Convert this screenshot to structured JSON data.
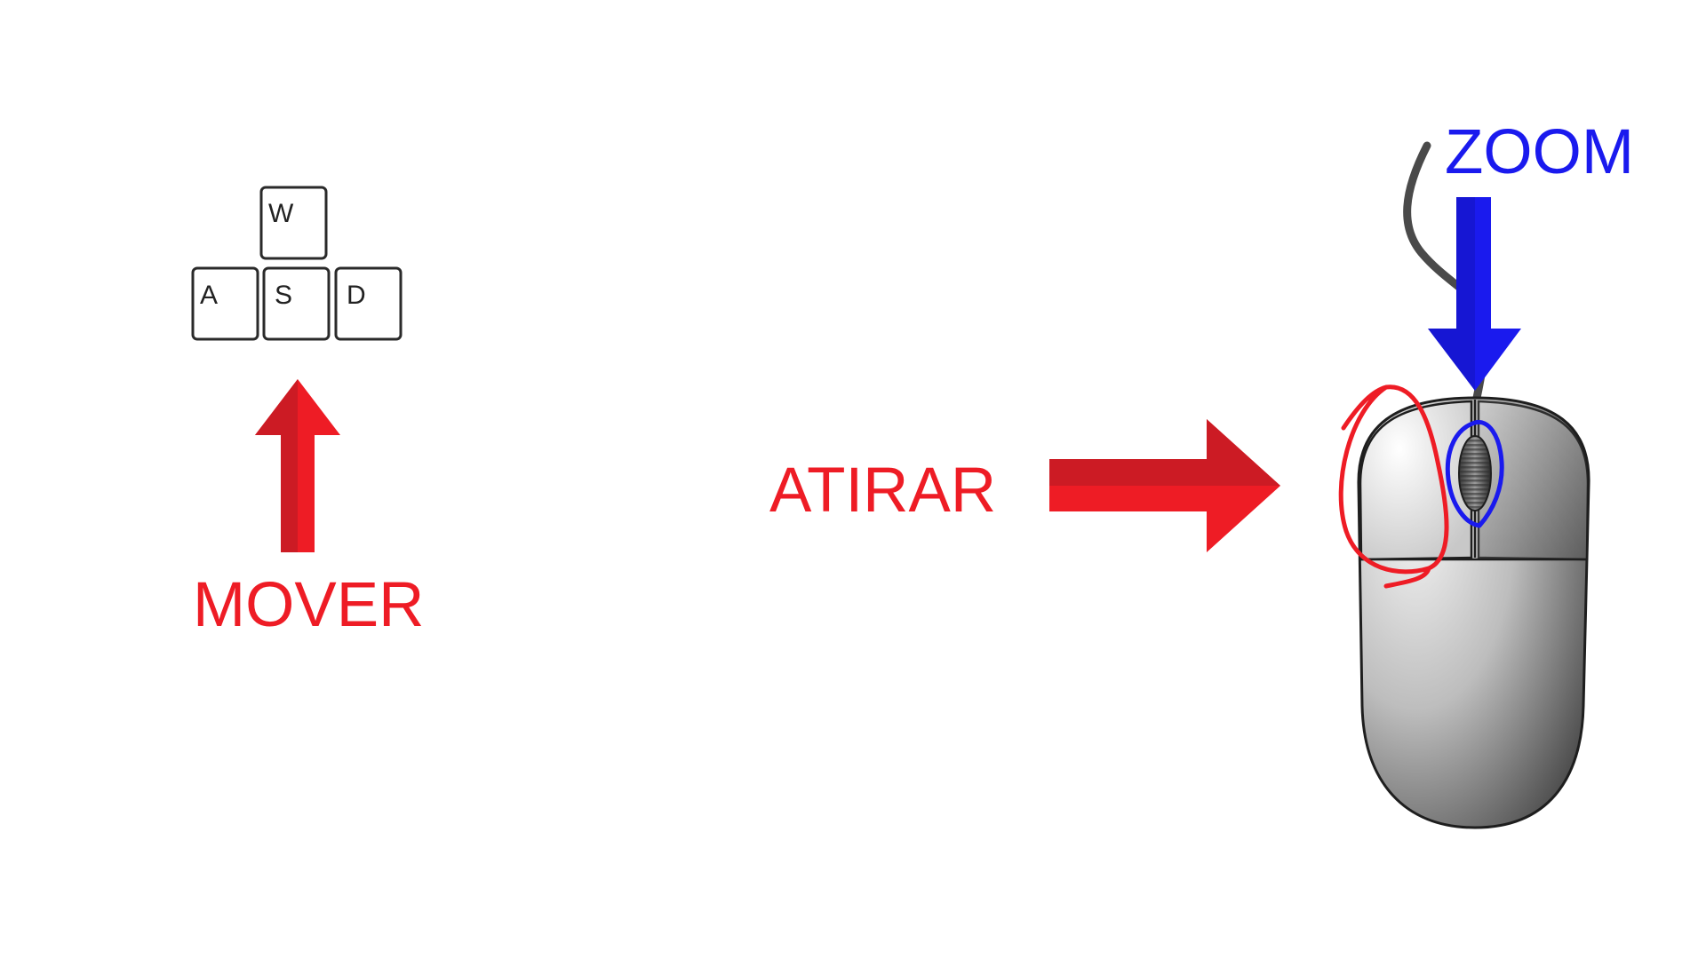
{
  "keys": {
    "w": "W",
    "a": "A",
    "s": "S",
    "d": "D"
  },
  "labels": {
    "move": "MOVER",
    "shoot": "ATIRAR",
    "zoom": "ZOOM"
  },
  "colors": {
    "red": "#ee1c25",
    "red_dark": "#cc1b24",
    "blue": "#1a1aee",
    "blue_dark": "#1212b8",
    "key_border": "#2a2a2a"
  },
  "icons": {
    "keyboard": "wasd-keys-icon",
    "mouse": "computer-mouse-icon"
  }
}
